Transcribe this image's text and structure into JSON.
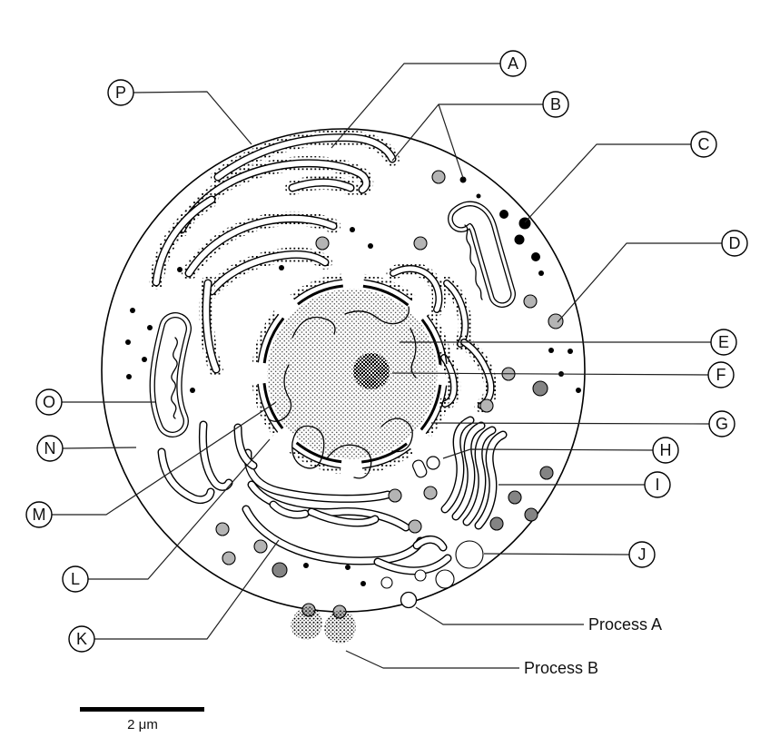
{
  "figure": {
    "type": "cell-diagram",
    "description": "Black-and-white animal cell ultrastructure diagram with circled letter labels A to P, two process callouts and a scale bar"
  },
  "labels": {
    "A": "A",
    "B": "B",
    "C": "C",
    "D": "D",
    "E": "E",
    "F": "F",
    "G": "G",
    "H": "H",
    "I": "I",
    "J": "J",
    "K": "K",
    "L": "L",
    "M": "M",
    "N": "N",
    "O": "O",
    "P": "P"
  },
  "processes": {
    "a": "Process A",
    "b": "Process B"
  },
  "scale_bar": {
    "label": "2 μm"
  },
  "colors": {
    "ink": "#000000",
    "line": "#1f1f1f",
    "vesicle_gray": "#b4b4b4",
    "vesicle_dark": "#848484",
    "white": "#ffffff"
  }
}
